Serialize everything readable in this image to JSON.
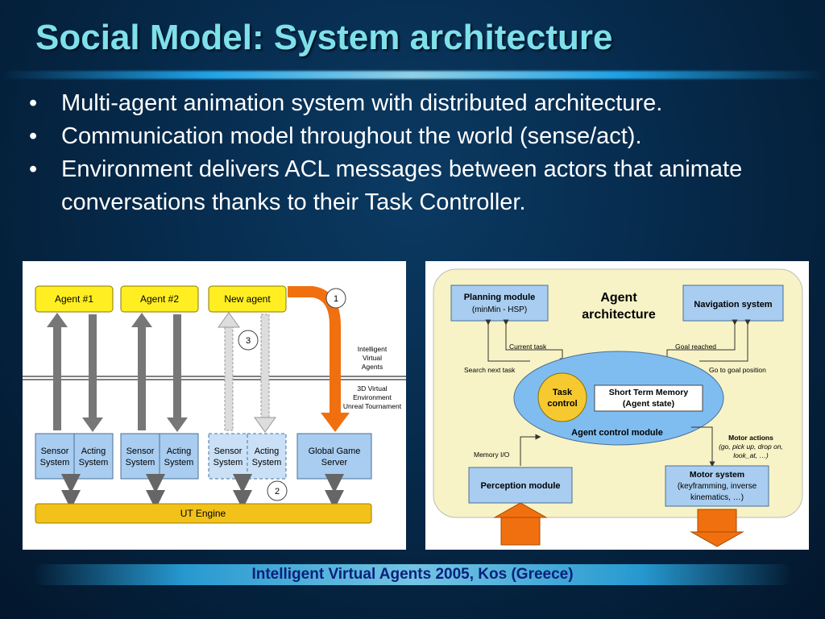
{
  "slide": {
    "title": "Social Model: System architecture",
    "bullets": [
      "Multi-agent animation system with distributed architecture.",
      "Communication model throughout the world (sense/act).",
      "Environment delivers ACL messages between actors that animate conversations thanks to their Task Controller."
    ],
    "footer": "Intelligent Virtual Agents 2005, Kos (Greece)"
  },
  "left_diagram": {
    "agents": [
      "Agent #1",
      "Agent #2",
      "New agent"
    ],
    "layer_labels": {
      "ia1": "Intelligent",
      "ia2": "Virtual",
      "ia3": "Agents",
      "env1": "3D Virtual",
      "env2": "Environment",
      "env3": "Unreal Tournament"
    },
    "sensor_l1": "Sensor",
    "sensor_l2": "System",
    "acting_l1": "Acting",
    "acting_l2": "System",
    "server_l1": "Global Game",
    "server_l2": "Server",
    "engine": "UT Engine",
    "steps": [
      "1",
      "2",
      "3"
    ]
  },
  "right_diagram": {
    "planning_l1": "Planning module",
    "planning_l2": "(minMin - HSP)",
    "title_l1": "Agent",
    "title_l2": "architecture",
    "navigation": "Navigation system",
    "current_task": "Current task",
    "goal_reached": "Goal reached",
    "search_next": "Search next task",
    "go_to_goal": "Go to goal position",
    "task_l1": "Task",
    "task_l2": "control",
    "stm_l1": "Short Term Memory",
    "stm_l2": "(Agent state)",
    "control_module": "Agent control module",
    "motor_actions": "Motor actions",
    "motor_ex1": "(go, pick up, drop on,",
    "motor_ex2": "look_at, …)",
    "memory_io": "Memory I/O",
    "perception": "Perception module",
    "motor_l1": "Motor system",
    "motor_l2": "(keyframming, inverse",
    "motor_l3": "kinematics, …)"
  },
  "colors": {
    "title": "#7fe0ea",
    "agent_box": "#ffee22",
    "module_box": "#a8cdf0",
    "control_ellipse": "#7fbdf0",
    "background_panel": "#f7f3c6",
    "arrow_orange": "#f07010"
  }
}
